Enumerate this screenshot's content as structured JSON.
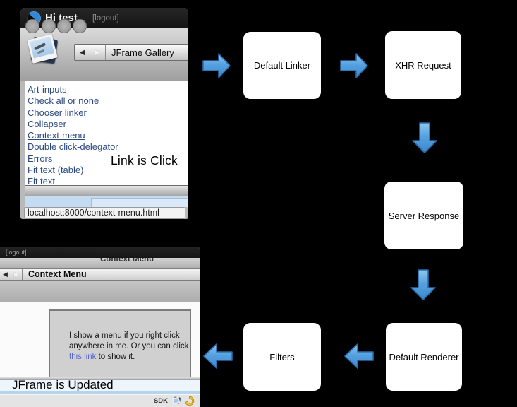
{
  "gallery_window": {
    "title": "Hi test",
    "logout_label": "[logout]",
    "back_glyph": "◀",
    "forward_glyph": "▶",
    "nav_title": "JFrame Gallery",
    "links": [
      "Art-inputs",
      "Check all or none",
      "Chooser linker",
      "Collapser",
      "Context-menu",
      "Double click-delegator",
      "Errors",
      "Fit text (table)",
      "Fit text"
    ],
    "active_link": "Context-menu",
    "status_url": "localhost:8000/context-menu.html",
    "link_color": "#2c4a80"
  },
  "annotations": {
    "link_clicked": "Link is Click",
    "jframe_updated": "JFrame is Updated"
  },
  "flow": {
    "arrow_fill": "#56a2e0",
    "arrow_border": "#2a6cab",
    "boxes": [
      {
        "label": "Default Linker"
      },
      {
        "label": "XHR Request"
      },
      {
        "label": "Server Response"
      },
      {
        "label": "Default Renderer"
      },
      {
        "label": "Filters"
      }
    ]
  },
  "context_window": {
    "logout_label": "[logout]",
    "window_title": "Context Menu",
    "back_glyph": "◀",
    "forward_glyph": "▶",
    "nav_title": "Context Menu",
    "body_line1": "I show a menu if you right click",
    "body_line2": "anywhere in me. Or you can click",
    "body_link": "this link",
    "body_line3_rest": " to show it.",
    "status_sdk": "SDK"
  }
}
